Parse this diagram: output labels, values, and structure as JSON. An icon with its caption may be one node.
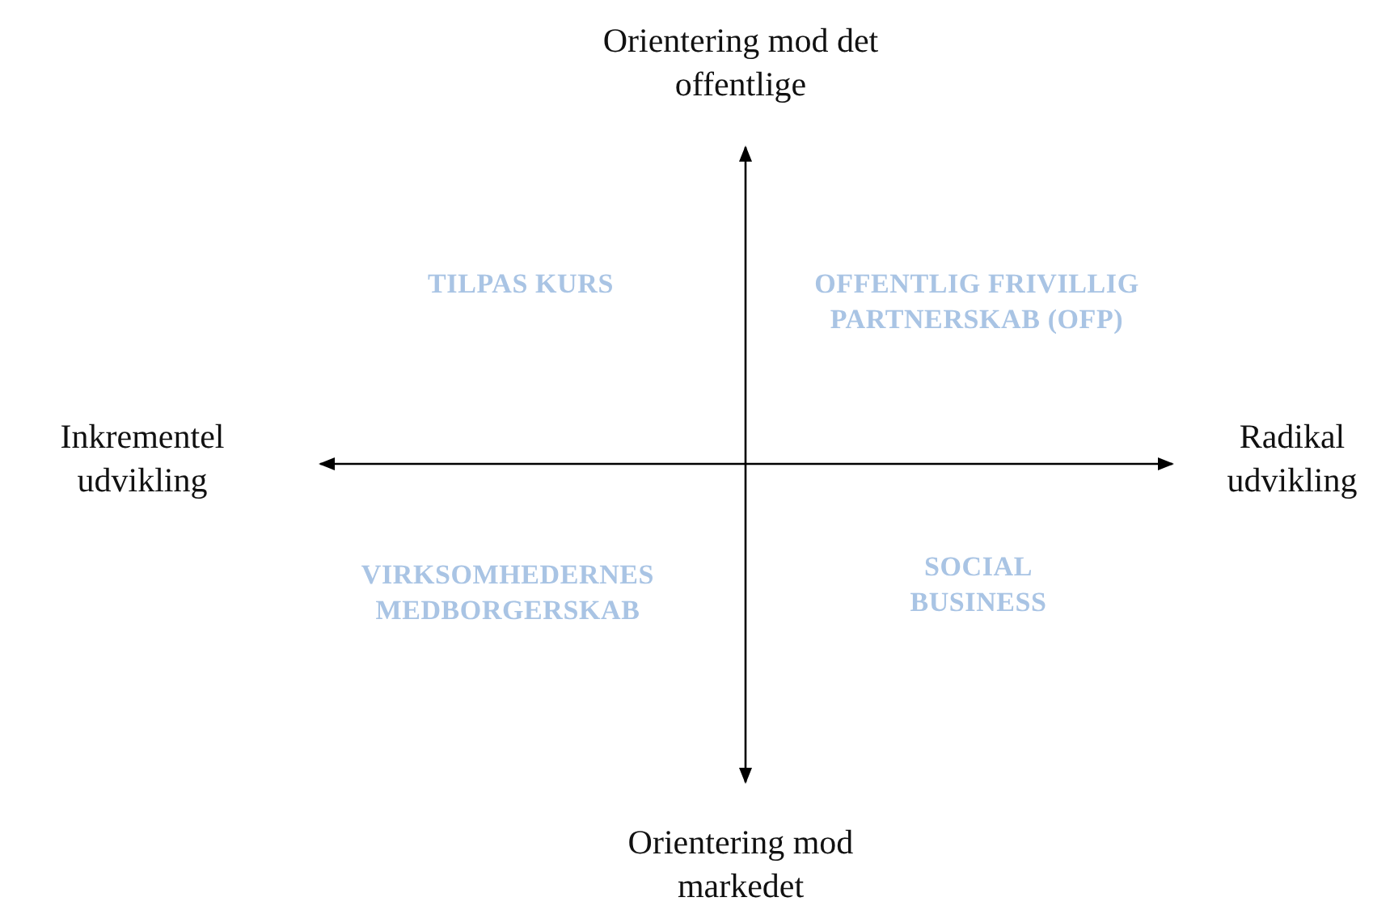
{
  "diagram": {
    "labels": [
      "Orientering mod det offentlige",
      "TILPAS KURS",
      "OFFENTLIG FRIVILLIG PARTNERSKAB (OFP)",
      "Inkrementel udvikling",
      "Radikal udvikling",
      "VIRKSOMHEDERNES MEDBORGERSKAB",
      "SOCIAL BUSINESS",
      "Orientering mod markedet"
    ]
  }
}
